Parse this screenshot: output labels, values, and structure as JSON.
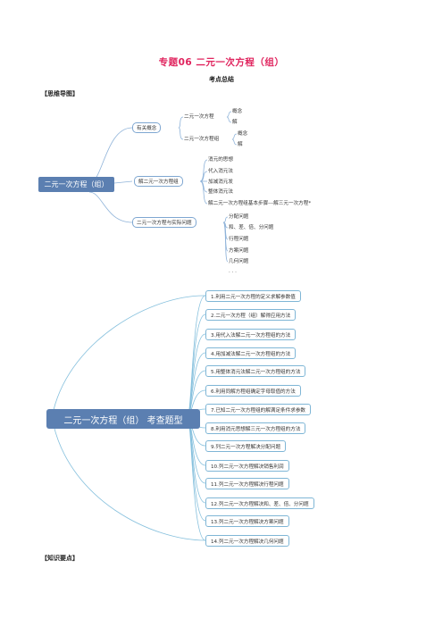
{
  "title": "专题06  二元一次方程（组）",
  "subtitle": "考点总结",
  "sections": {
    "mindmap": "【思维导图】",
    "knowledge": "【知识要点】"
  },
  "mindmap1": {
    "root": "二元一次方程（组）",
    "branch1": {
      "label": "有关概念",
      "sub1": {
        "label": "二元一次方程",
        "items": [
          "概念",
          "解"
        ]
      },
      "sub2": {
        "label": "二元一次方程组",
        "items": [
          "概念",
          "解"
        ]
      }
    },
    "branch2": {
      "label": "解二元一次方程组",
      "items": [
        "消元的思想",
        "代入消元法",
        "加减消元发",
        "整体消元法",
        "解二元一次方程组基本步骤---解三元一次方程*"
      ]
    },
    "branch3": {
      "label": "二元一次方程与实际问题",
      "items": [
        "分配问题",
        "和、差、倍、分问题",
        "行程问题",
        "方案问题",
        "几何问题",
        "·  ·  ·"
      ]
    }
  },
  "mindmap2": {
    "root": "二元一次方程（组）  考查题型",
    "topics": [
      "1.利用二元一次方程的定义求解参数值",
      "2.二元一次方程（组）解得应用方法",
      "3.用代入法解二元一次方程组的方法",
      "4.用加减法解二元一次方程组的方法",
      "5.用整体消元法解二元一次方程组的方法",
      "6.利用同解方程组确定字母取值的方法",
      "7.已知二元一次方程组的解满足条件求参数",
      "8.利用消元思想解三元一次方程组的方法",
      "9.列二元一次方程解决分配问题",
      "10.列二元一次方程解决销售利润",
      "11.列二元一次方程解决行程问题",
      "12.列二元一次方程解决和、差、倍、分问题",
      "13.列二元一次方程解决方案问题",
      "14.列二元一次方程解决几何问题"
    ]
  },
  "colors": {
    "title": "#e0245e",
    "root_fill": "#5b7fb1",
    "map1_line": "#8fb3d9",
    "map2_line": "#86c0dd"
  }
}
